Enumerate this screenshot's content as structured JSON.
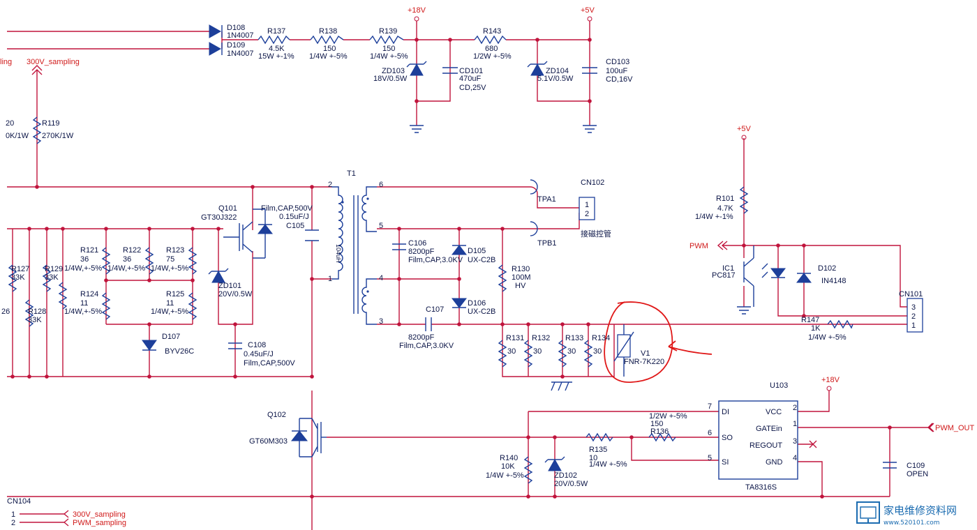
{
  "labels": {
    "d108": "D108",
    "d108v": "1N4007",
    "d109": "D109",
    "d109v": "1N4007",
    "r137": "R137",
    "r137v": "4.5K",
    "r137s": "15W +-1%",
    "r138": "R138",
    "r138v": "150",
    "r138s": "1/4W +-5%",
    "r139": "R139",
    "r139v": "150",
    "r139s": "1/4W +-5%",
    "r143": "R143",
    "r143v": "680",
    "r143s": "1/2W +-5%",
    "p18v_top": "+18V",
    "p5v_top": "+5V",
    "zd103": "ZD103",
    "zd103v": "18V/0.5W",
    "cd101": "CD101",
    "cd101v": "470uF",
    "cd101s": "CD,25V",
    "zd104": "ZD104",
    "zd104v": "5.1V/0.5W",
    "cd103": "CD103",
    "cd103v": "100uF",
    "cd103s": "CD,16V",
    "sampling_left": "ling",
    "sampling_300v": "300V_sampling",
    "r120a": "20",
    "r120b": "0K/1W",
    "r119": "R119",
    "r119v": "270K/1W",
    "t1": "T1",
    "t1_ind": "104uH",
    "pin2": "2",
    "pin1": "1",
    "pin6": "6",
    "pin5": "5",
    "pin4": "4",
    "pin3": "3",
    "q101": "Q101",
    "q101v": "GT30J322",
    "c105s": "Film,CAP,500V",
    "c105v": "0.15uF/J",
    "c105": "C105",
    "r121": "R121",
    "r121v": "36",
    "r121s": "1/4W,+-5%",
    "r122": "R122",
    "r122v": "36",
    "r122s": "1/4W,+-5%",
    "r123": "R123",
    "r123v": "75",
    "r123s": "1/4W,+-5%",
    "r124": "R124",
    "r124v": "11",
    "r124s": "1/4W,+-5%",
    "r125": "R125",
    "r125v": "11",
    "r125s": "1/4W,+-5%",
    "r127": "R127",
    "r127v": "33K",
    "r129": "R129",
    "r129v": "33K",
    "r128": "R128",
    "r128v": "33K",
    "r126": "26",
    "zd101": "ZD101",
    "zd101v": "20V/0.5W",
    "d107": "D107",
    "d107v": "BYV26C",
    "c108": "C108",
    "c108v": "0.45uF/J",
    "c108s": "Film,CAP,500V",
    "tpa1": "TPA1",
    "tpb1": "TPB1",
    "cn102": "CN102",
    "cn102p1": "1",
    "cn102p2": "2",
    "cn102_note": "接磁控管",
    "c106": "C106",
    "c106v": "8200pF",
    "c106s": "Film,CAP,3.0KV",
    "d105": "D105",
    "d105v": "UX-C2B",
    "d106": "D106",
    "d106v": "UX-C2B",
    "c107": "C107",
    "c107v": "8200pF",
    "c107s": "Film,CAP,3.0KV",
    "r130": "R130",
    "r130v": "100M",
    "r130s": "HV",
    "r131": "R131",
    "r131v": "30",
    "r132": "R132",
    "r132v": "30",
    "r133": "R133",
    "r133v": "30",
    "r134": "R134",
    "r134v": "30",
    "v1": "V1",
    "v1v": "FNR-7K220",
    "p5v_right": "+5V",
    "r101": "R101",
    "r101v": "4.7K",
    "r101s": "1/4W +-1%",
    "pwm": "PWM",
    "ic1": "IC1",
    "ic1v": "PC817",
    "d102": "D102",
    "d102v": "IN4148",
    "cn101": "CN101",
    "cn101p3": "3",
    "cn101p2": "2",
    "cn101p1": "1",
    "r147": "R147",
    "r147v": "1K",
    "r147s": "1/4W +-5%",
    "u103": "U103",
    "u103v": "TA8316S",
    "p18v_u": "+18V",
    "u_di": "DI",
    "u_so": "SO",
    "u_si": "SI",
    "u_vcc": "VCC",
    "u_gate": "GATEin",
    "u_regout": "REGOUT",
    "u_gnd": "GND",
    "u_p7": "7",
    "u_p6": "6",
    "u_p5": "5",
    "u_p2": "2",
    "u_p1": "1",
    "u_p3": "3",
    "u_p4": "4",
    "r136": "R136",
    "r136v": "150",
    "r136s": "1/2W +-5%",
    "r135": "R135",
    "r135v": "10",
    "r135s": "1/4W +-5%",
    "q102": "Q102",
    "q102v": "GT60M303",
    "r140": "R140",
    "r140v": "10K",
    "r140s": "1/4W +-5%",
    "zd102": "ZD102",
    "zd102v": "20V/0.5W",
    "pwm_out": "PWM_OUT",
    "c109": "C109",
    "c109v": "OPEN",
    "cn104": "CN104",
    "cn104p1": "1",
    "cn104p2": "2",
    "s300v": "300V_sampling",
    "spwm": "PWM_sampling",
    "wm_cn": "家电维修资料网",
    "wm_url": "www.520101.com"
  }
}
